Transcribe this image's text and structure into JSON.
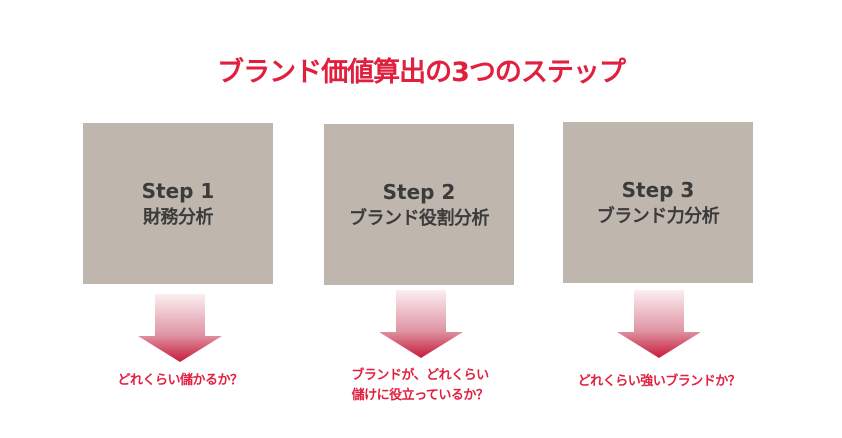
{
  "title": "ブランド価値算出の3つのステップ",
  "steps": [
    {
      "step": "Step 1",
      "name": "財務分析",
      "question": [
        "どれくらい儲かるか？"
      ]
    },
    {
      "step": "Step 2",
      "name": "ブランド役割分析",
      "question": [
        "ブランドが、どれくらい",
        "儲けに役立っているか？"
      ]
    },
    {
      "step": "Step 3",
      "name": "ブランド力分析",
      "question": [
        "どれくらい強いブランドか？"
      ]
    }
  ],
  "colors": {
    "accent": "#e1203f",
    "box": "#bfb6ae",
    "text": "#3b3b3b"
  }
}
